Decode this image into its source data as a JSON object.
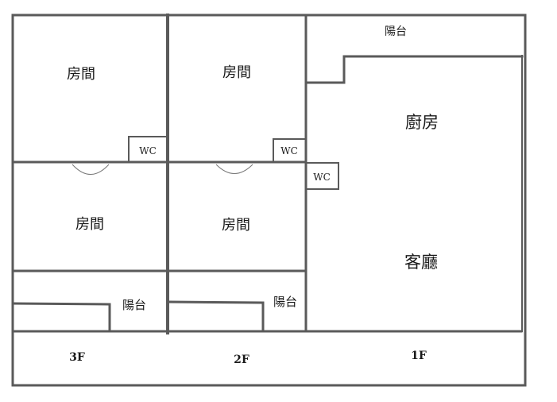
{
  "floor_plan": {
    "room_label": "房間",
    "wc_label": "WC",
    "balcony_label": "陽台",
    "kitchen_label": "廚房",
    "living_label": "客廳",
    "floor_3": "3F",
    "floor_2": "2F",
    "floor_1": "1F"
  },
  "colors": {
    "wall": "#5a5a5a",
    "text": "#1a1a1a"
  }
}
